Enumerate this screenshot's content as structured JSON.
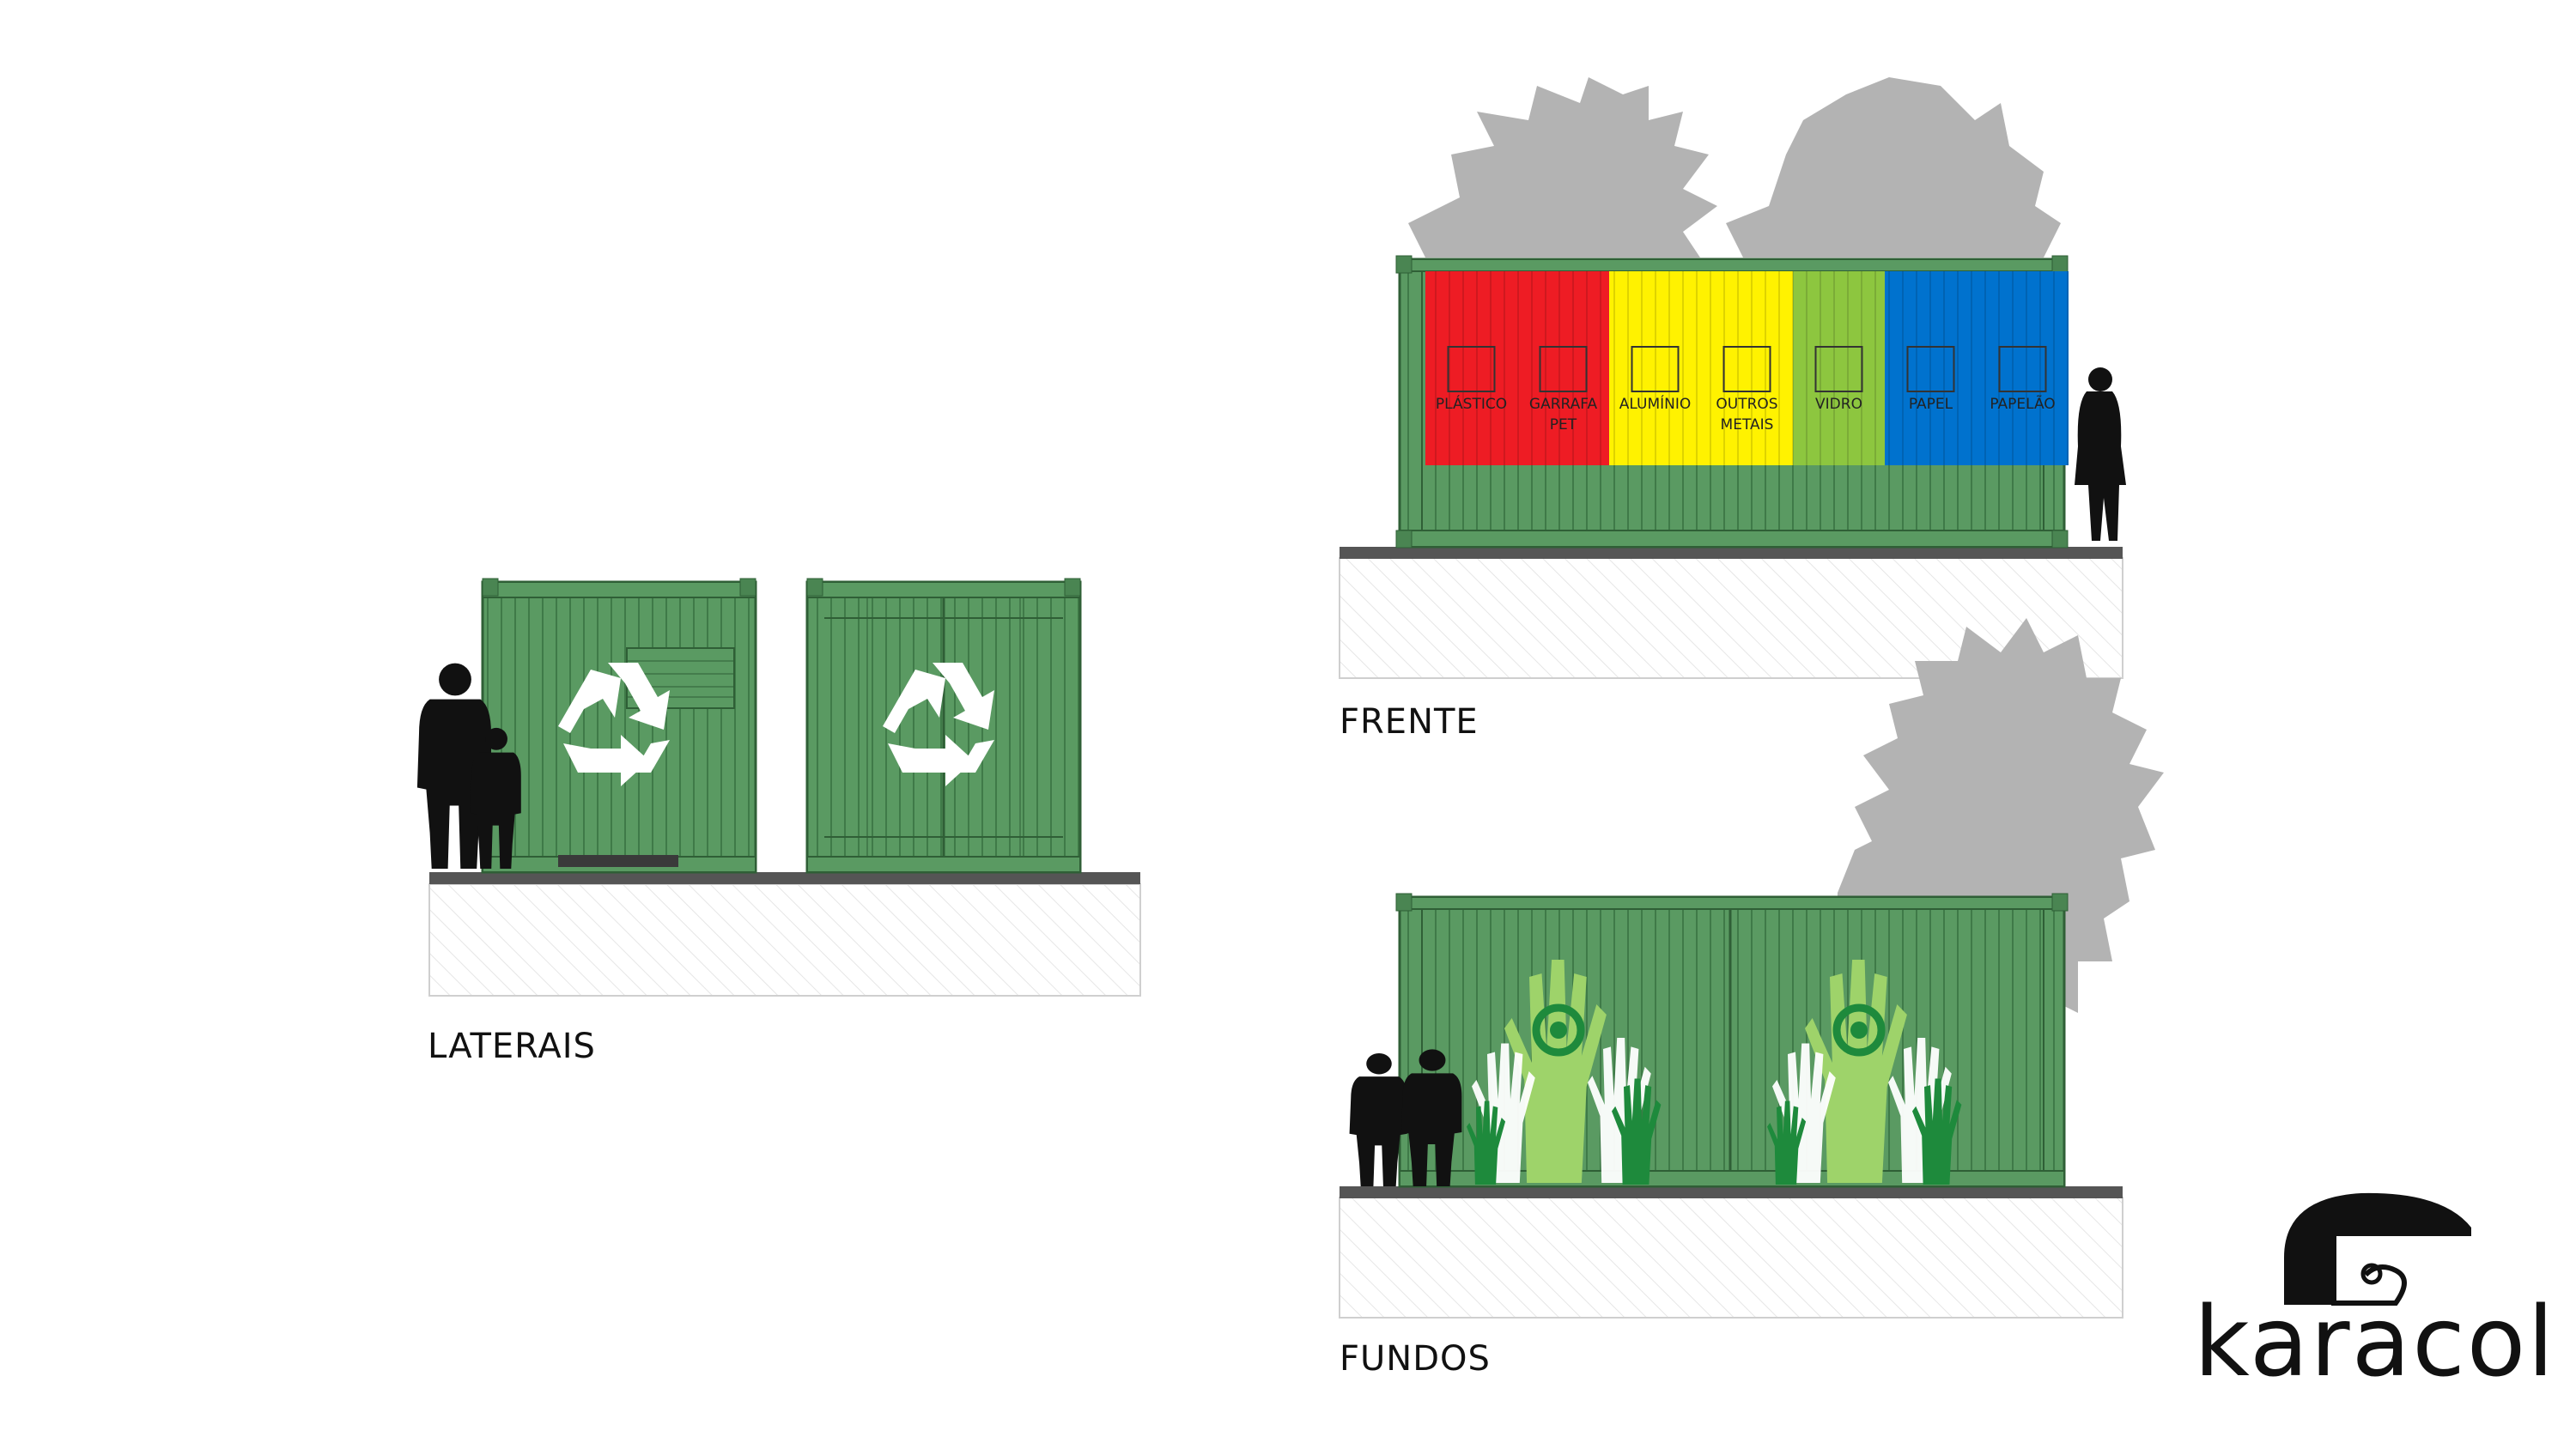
{
  "views": {
    "laterais": {
      "label": "LATERAIS"
    },
    "frente": {
      "label": "FRENTE"
    },
    "fundos": {
      "label": "FUNDOS"
    }
  },
  "bins": [
    {
      "label_line1": "PLÁSTICO",
      "label_line2": "",
      "color": "#ee1c24"
    },
    {
      "label_line1": "GARRAFA",
      "label_line2": "PET",
      "color": "#ee1c24"
    },
    {
      "label_line1": "ALUMÍNIO",
      "label_line2": "",
      "color": "#fff200"
    },
    {
      "label_line1": "OUTROS",
      "label_line2": "METAIS",
      "color": "#fff200"
    },
    {
      "label_line1": "VIDRO",
      "label_line2": "",
      "color": "#8dc63f"
    },
    {
      "label_line1": "PAPEL",
      "label_line2": "",
      "color": "#0072ce"
    },
    {
      "label_line1": "PAPELÃO",
      "label_line2": "",
      "color": "#0072ce"
    }
  ],
  "colors": {
    "container_green": "#5a9a62",
    "container_dark": "#3f7a48",
    "tree_gray": "#b3b3b3",
    "silhouette": "#111111",
    "ground_line": "#555555"
  },
  "logo": {
    "text": "karacol"
  }
}
